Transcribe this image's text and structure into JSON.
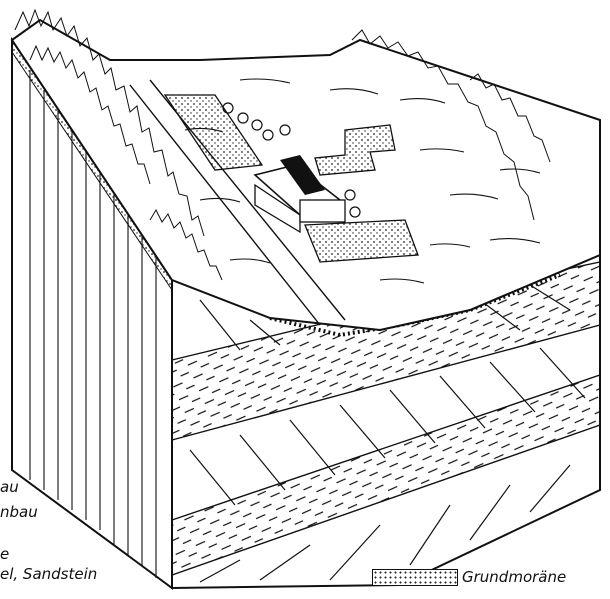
{
  "labels_left": [
    {
      "id": "rock-1",
      "text": "au"
    },
    {
      "id": "rock-2",
      "text": "nbau"
    },
    {
      "id": "rock-3",
      "text": "e"
    },
    {
      "id": "rock-4",
      "text": "el, Sandstein"
    }
  ],
  "legend": {
    "label": "Grundmoräne",
    "pattern": "dotted"
  },
  "colors": {
    "ink": "#111111",
    "paper": "#ffffff"
  }
}
